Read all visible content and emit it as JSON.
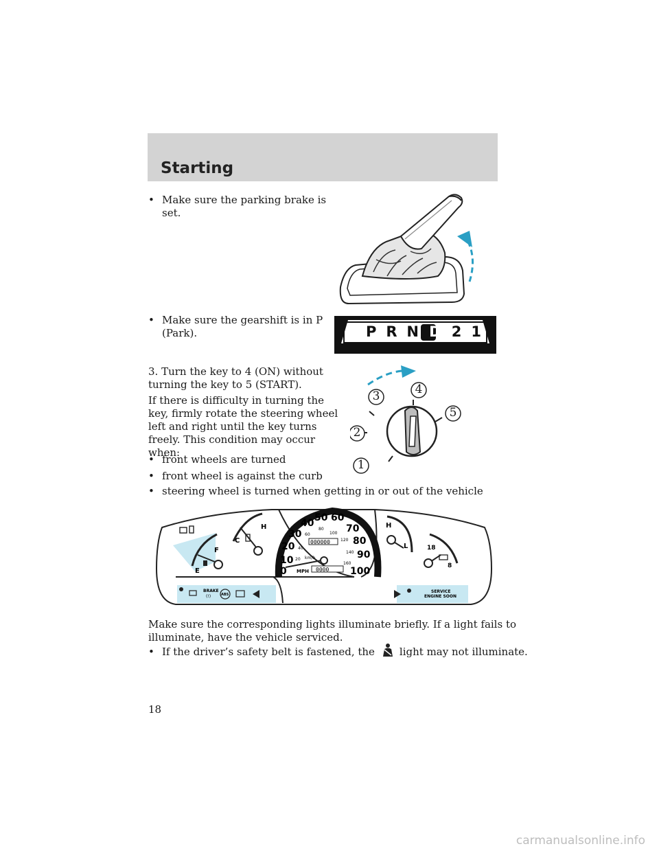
{
  "header": {
    "title": "Starting"
  },
  "bullets_top": [
    {
      "marker": "•",
      "line1": "Make sure the parking brake is",
      "line2": "set."
    },
    {
      "marker": "•",
      "line1": "Make sure the gearshift is in P",
      "line2": "(Park)."
    }
  ],
  "gear_indicator": {
    "letters": [
      "P",
      "R",
      "N",
      "D",
      "2",
      "1"
    ],
    "highlighted": "D"
  },
  "step3": {
    "line1": "3. Turn the key to 4 (ON) without",
    "line2": "turning the key to 5 (START)."
  },
  "difficulty": {
    "lines": [
      "If there is difficulty in turning the",
      "key, firmly rotate the steering wheel",
      "left and right until the key turns",
      "freely. This condition may occur",
      "when:"
    ]
  },
  "conditions": [
    {
      "marker": "•",
      "text": "front wheels are turned"
    },
    {
      "marker": "•",
      "text": "front wheel is against the curb"
    },
    {
      "marker": "•",
      "text": "steering wheel is turned when getting in or out of the vehicle"
    }
  ],
  "ignition_positions": [
    "1",
    "2",
    "3",
    "4",
    "5"
  ],
  "cluster": {
    "speed_mph": [
      "0",
      "10",
      "20",
      "30",
      "40",
      "50",
      "60",
      "70",
      "80",
      "90",
      "100"
    ],
    "speed_kmh": [
      "20",
      "40",
      "60",
      "80",
      "100",
      "120",
      "140",
      "160"
    ],
    "kmh_unit": "km/h",
    "mph_unit": "MPH",
    "odometer": "000000",
    "trip": "0000",
    "fuel": {
      "full": "F",
      "empty": "E"
    },
    "temp": {
      "hot": "H",
      "cold": "C"
    },
    "oil": {
      "high": "H",
      "low": "L"
    },
    "volt": {
      "high": "18",
      "low": "8"
    },
    "left_warnings": {
      "brake": "BRAKE",
      "brake_sym": "(!)",
      "abs": "ABS"
    },
    "right_warnings": {
      "service1": "SERVICE",
      "service2": "ENGINE SOON"
    },
    "warning_color": "#c8e8f2"
  },
  "after_cluster": {
    "line1": "Make sure the corresponding lights illuminate briefly. If a light fails to",
    "line2": "illuminate, have the vehicle serviced."
  },
  "belt_note": {
    "marker": "•",
    "before": "If the driver’s safety belt is fastened, the",
    "after": "light may not illuminate."
  },
  "page_number": "18",
  "watermark": "carmanualsonline.info"
}
